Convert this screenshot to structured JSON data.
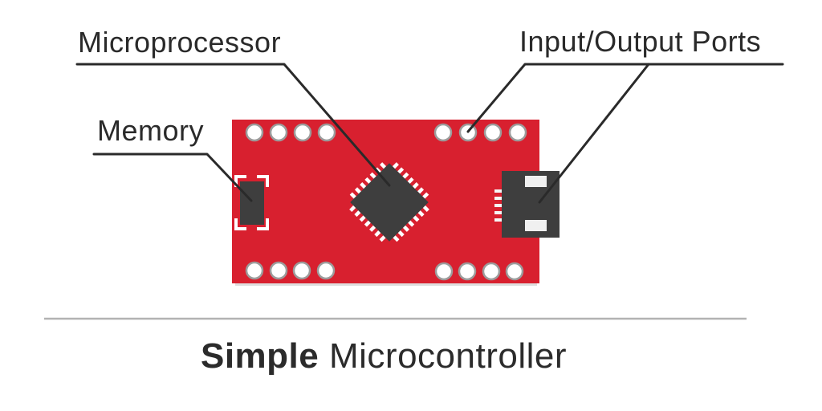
{
  "diagram": {
    "type": "labeled-diagram",
    "subject": "Simple Microcontroller",
    "annotations": [
      {
        "label": "Microprocessor",
        "target": "cpu-chip"
      },
      {
        "label": "Memory",
        "target": "memory-chip"
      },
      {
        "label": "Input/Output Ports",
        "target": "pin-holes-and-usb-port"
      }
    ]
  },
  "labels": {
    "microprocessor": "Microprocessor",
    "memory": "Memory",
    "io_ports": "Input/Output Ports"
  },
  "title": {
    "bold": "Simple",
    "regular": " Microcontroller"
  },
  "colors": {
    "board_red": "#d8202f",
    "component_gray": "#3e3e3e",
    "leader_line_black": "#2a2a2a",
    "text_dark": "#2b2b2b",
    "divider_gray": "#b3b3b3",
    "pin_ring_gray": "#9c9c9c",
    "pad_white": "#f0f0f0"
  }
}
